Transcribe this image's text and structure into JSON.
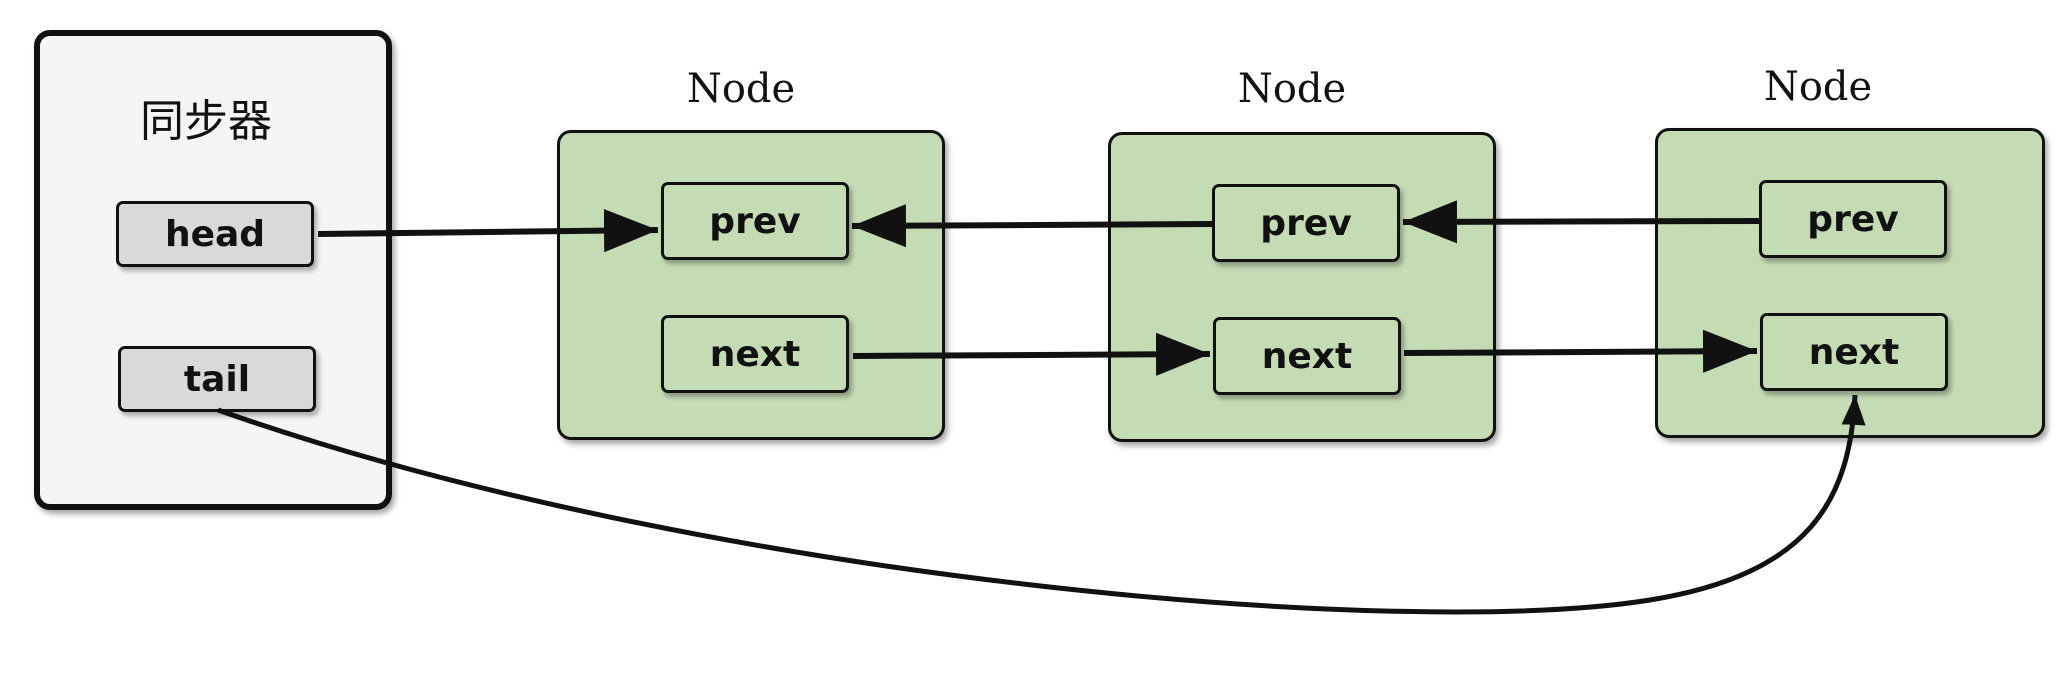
{
  "synchronizer": {
    "title": "同步器",
    "head_label": "head",
    "tail_label": "tail"
  },
  "nodes": [
    {
      "title": "Node",
      "prev_label": "prev",
      "next_label": "next"
    },
    {
      "title": "Node",
      "prev_label": "prev",
      "next_label": "next"
    },
    {
      "title": "Node",
      "prev_label": "prev",
      "next_label": "next"
    }
  ],
  "colors": {
    "node_fill": "#c4dcb4",
    "sync_fill": "#f5f5f5",
    "field_gray": "#d9d9d9",
    "stroke": "#111111"
  }
}
